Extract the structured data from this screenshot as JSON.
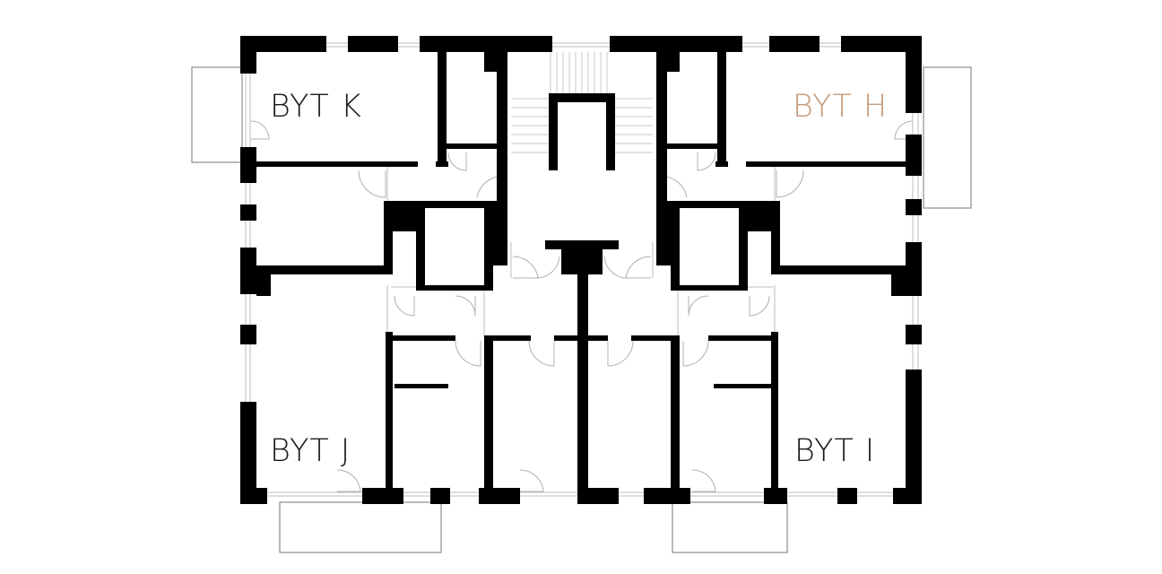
{
  "floor_plan": {
    "units": [
      {
        "id": "k",
        "label": "BYT K",
        "highlighted": false
      },
      {
        "id": "h",
        "label": "BYT H",
        "highlighted": true
      },
      {
        "id": "j",
        "label": "BYT J",
        "highlighted": false
      },
      {
        "id": "i",
        "label": "BYT I",
        "highlighted": false
      }
    ],
    "colors": {
      "wall": "#000000",
      "highlight": "#c49a7a",
      "background": "#ffffff"
    }
  }
}
